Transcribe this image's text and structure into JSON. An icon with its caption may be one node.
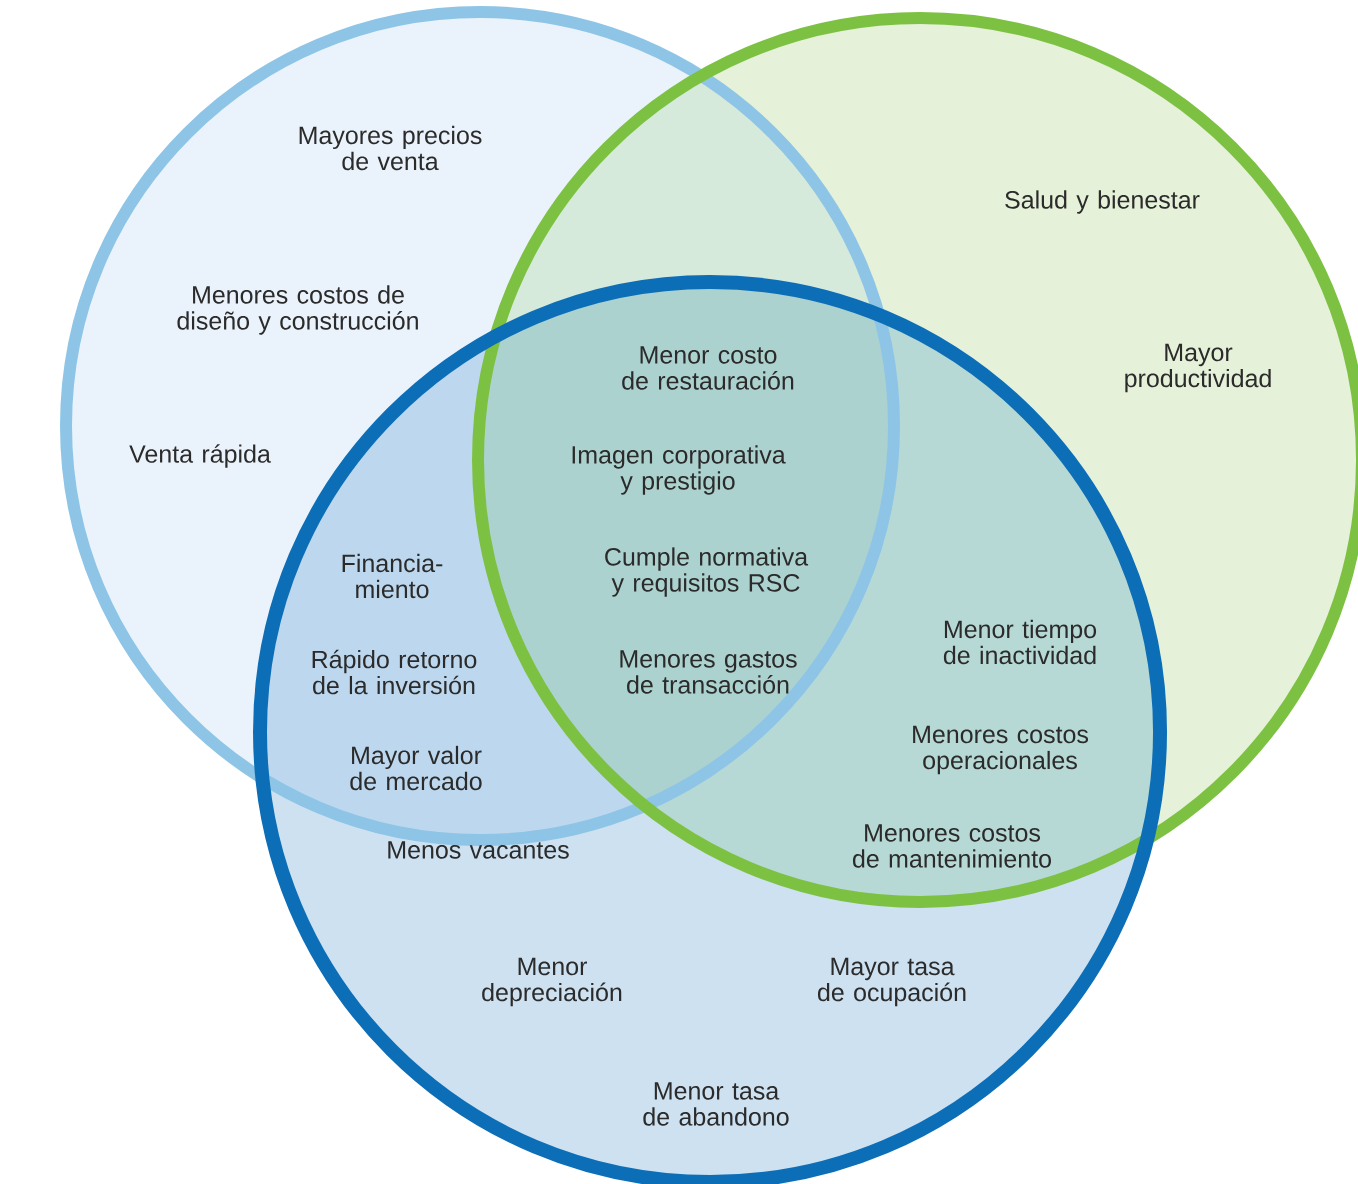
{
  "diagram": {
    "nodes": [
      {
        "text": [],
        "shape": "circle"
      },
      {
        "text": [],
        "shape": "circle"
      },
      {
        "text": [],
        "shape": "circle"
      }
    ],
    "labels": [
      "Mayores precios de venta",
      "Menores costos de diseño y construcción",
      "Venta rápida",
      "Salud y bienestar",
      "Mayor productividad",
      "Menor costo de restauración",
      "Imagen corporativa y prestigio",
      "Cumple normativa y requisitos RSC",
      "Menores gastos de transacción",
      "Financia- miento",
      "Rápido retorno de la inversión",
      "Mayor valor de mercado",
      "Menos vacantes",
      "Menor tiempo de inactividad",
      "Menores costos operacionales",
      "Menores costos de mantenimiento",
      "Menor depreciación",
      "Mayor tasa de ocupación",
      "Menor tasa de abandono"
    ]
  }
}
